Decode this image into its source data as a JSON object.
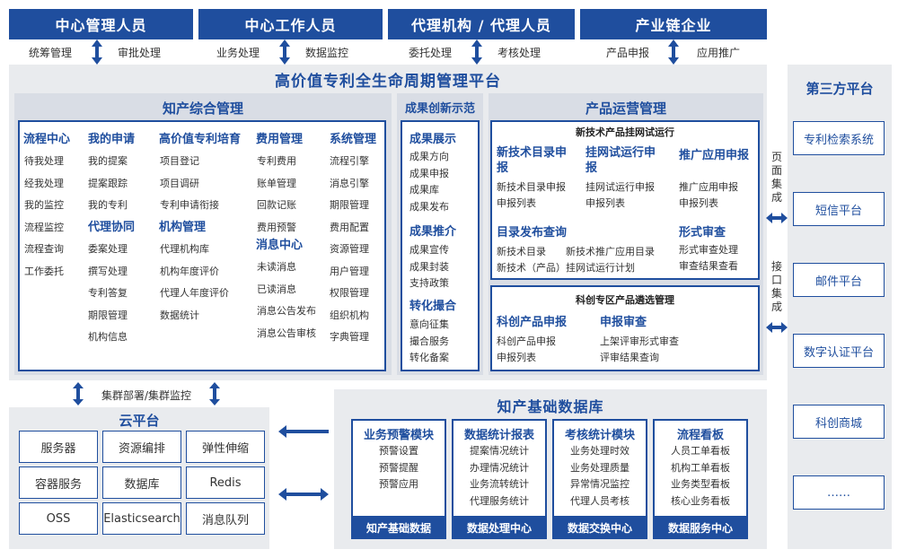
{
  "top_roles": [
    {
      "title": "中心管理人员",
      "left": "统筹管理",
      "right": "审批处理"
    },
    {
      "title": "中心工作人员",
      "left": "业务处理",
      "right": "数据监控"
    },
    {
      "title": "代理机构 / 代理人员",
      "left": "委托处理",
      "right": "考核处理"
    },
    {
      "title": "产业链企业",
      "left": "产品申报",
      "right": "应用推广"
    }
  ],
  "platform_title": "高价值专利全生命周期管理平台",
  "ip_mgmt": {
    "title": "知产综合管理",
    "columns": [
      {
        "heading": "流程中心",
        "items": [
          "待我处理",
          "经我处理",
          "我的监控",
          "流程监控",
          "流程查询",
          "工作委托"
        ]
      },
      {
        "heading": "我的申请",
        "items": [
          "我的提案",
          "提案跟踪",
          "我的专利"
        ],
        "heading2": "代理协同",
        "items2": [
          "委案处理",
          "撰写处理",
          "专利答复",
          "期限管理",
          "机构信息"
        ]
      },
      {
        "heading": "高价值专利培育",
        "items": [
          "项目登记",
          "项目调研",
          "专利申请衔接"
        ],
        "heading2": "机构管理",
        "items2": [
          "代理机构库",
          "机构年度评价",
          "代理人年度评价",
          "数据统计"
        ]
      },
      {
        "heading": "费用管理",
        "items": [
          "专利费用",
          "账单管理",
          "回款记账",
          "费用预警"
        ],
        "heading2": "消息中心",
        "items2": [
          "未读消息",
          "已读消息",
          "消息公告发布",
          "消息公告审核"
        ]
      },
      {
        "heading": "系统管理",
        "items": [
          "流程引擎",
          "消息引擎",
          "期限管理",
          "费用配置",
          "资源管理",
          "用户管理",
          "权限管理",
          "组织机构",
          "字典管理"
        ]
      }
    ]
  },
  "achievement": {
    "title": "成果创新示范",
    "groups": [
      {
        "heading": "成果展示",
        "items": [
          "成果方向",
          "成果申报",
          "成果库",
          "成果发布"
        ]
      },
      {
        "heading": "成果推介",
        "items": [
          "成果宣传",
          "成果封装",
          "支持政策"
        ]
      },
      {
        "heading": "转化撮合",
        "items": [
          "意向征集",
          "撮合服务",
          "转化备案"
        ]
      }
    ]
  },
  "product_ops": {
    "title": "产品运营管理",
    "box1": {
      "title": "新技术产品挂网试运行",
      "c1_heading": "新技术目录申报",
      "c1_items": [
        "新技术目录申报",
        "申报列表"
      ],
      "c2_heading": "挂网试运行申报",
      "c2_items": [
        "挂网试运行申报",
        "申报列表"
      ],
      "c3_heading": "推广应用申报",
      "c3_items": [
        "推广应用申报",
        "申报列表"
      ],
      "c4_heading": "目录发布查询",
      "c4_items": [
        "新技术目录",
        "新技术推广应用目录",
        "新技术（产品）挂网试运行计划"
      ],
      "c5_heading": "形式审查",
      "c5_items": [
        "形式审查处理",
        "审查结果查看"
      ]
    },
    "box2": {
      "title": "科创专区产品遴选管理",
      "c1_heading": "科创产品申报",
      "c1_items": [
        "科创产品申报",
        "申报列表"
      ],
      "c2_heading": "申报审查",
      "c2_items": [
        "上架评审形式审查",
        "评审结果查询"
      ]
    }
  },
  "side_labels": {
    "page_integration": "页面集成",
    "api_integration": "接口集成"
  },
  "third_party": {
    "title": "第三方平台",
    "items": [
      "专利检索系统",
      "短信平台",
      "邮件平台",
      "数字认证平台",
      "科创商城",
      "……"
    ]
  },
  "cluster_label": "集群部署/集群监控",
  "cloud": {
    "title": "云平台",
    "items": [
      "服务器",
      "资源编排",
      "弹性伸缩",
      "容器服务",
      "数据库",
      "Redis",
      "OSS",
      "Elasticsearch",
      "消息队列"
    ]
  },
  "database": {
    "title": "知产基础数据库",
    "modules": [
      {
        "heading": "业务预警模块",
        "items": [
          "预警设置",
          "预警提醒",
          "预警应用"
        ],
        "footer": "知产基础数据"
      },
      {
        "heading": "数据统计报表",
        "items": [
          "提案情况统计",
          "办理情况统计",
          "业务流转统计",
          "代理服务统计"
        ],
        "footer": "数据处理中心"
      },
      {
        "heading": "考核统计模块",
        "items": [
          "业务处理时效",
          "业务处理质量",
          "异常情况监控",
          "代理人员考核"
        ],
        "footer": "数据交换中心"
      },
      {
        "heading": "流程看板",
        "items": [
          "人员工单看板",
          "机构工单看板",
          "业务类型看板",
          "核心业务看板"
        ],
        "footer": "数据服务中心"
      }
    ]
  },
  "colors": {
    "primary": "#1f4e9e",
    "panel_bg": "#e9ebee"
  }
}
